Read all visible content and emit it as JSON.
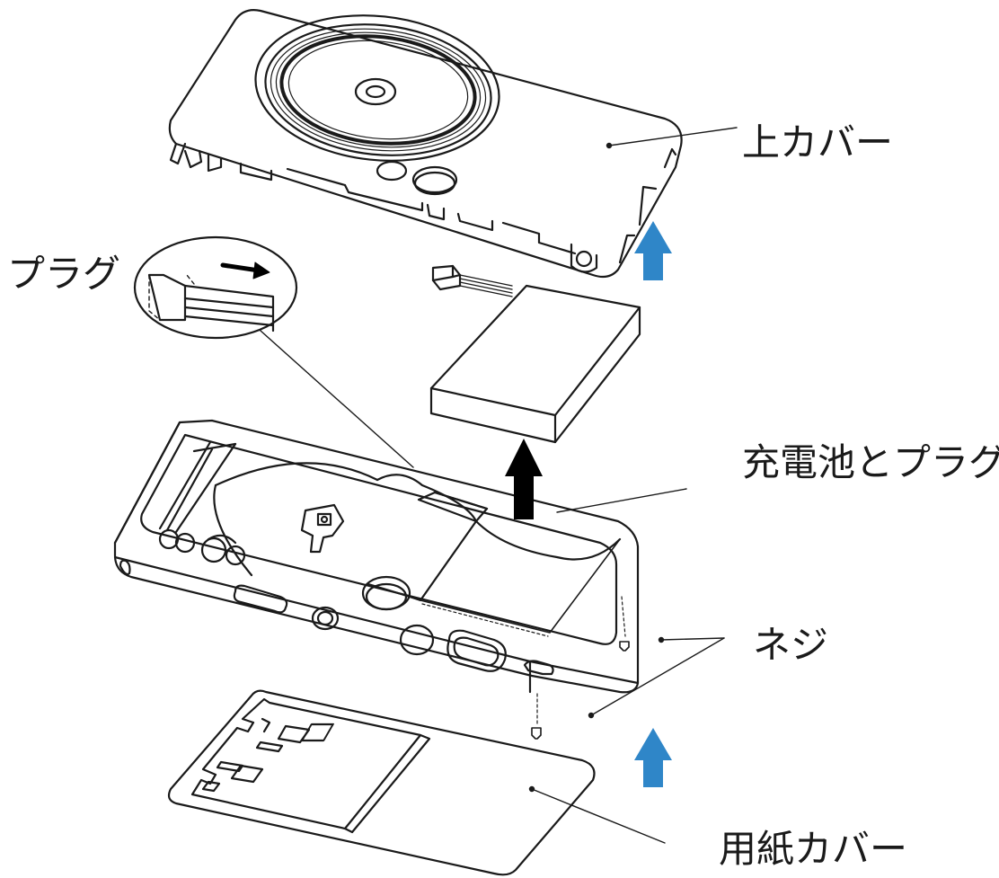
{
  "labels": {
    "top_cover": "上カバー",
    "plug": "プラグ",
    "battery_and_plug": "充電池とプラグ",
    "screw": "ネジ",
    "paper_cover": "用紙カバー"
  },
  "colors": {
    "line": "#1a1a1a",
    "arrow_blue": "#2f86c8",
    "arrow_black": "#000000",
    "background": "#ffffff"
  },
  "icons": {
    "blue_up_arrow": "up-arrow-icon",
    "black_up_arrow": "up-arrow-icon",
    "zoom_arrow": "right-arrow-icon"
  }
}
